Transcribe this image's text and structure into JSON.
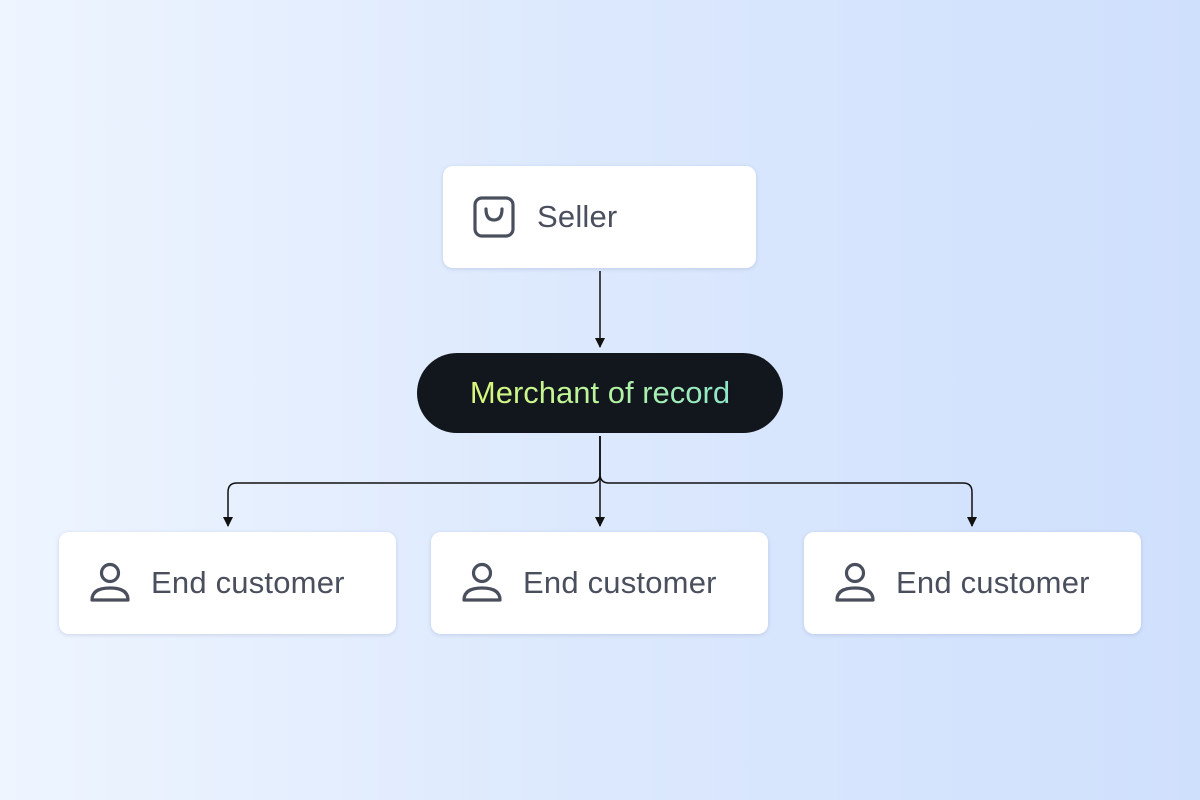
{
  "nodes": {
    "seller": {
      "label": "Seller",
      "icon": "shopping-bag-icon"
    },
    "merchant": {
      "label": "Merchant of record"
    },
    "customers": [
      {
        "label": "End customer",
        "icon": "user-icon"
      },
      {
        "label": "End customer",
        "icon": "user-icon"
      },
      {
        "label": "End customer",
        "icon": "user-icon"
      }
    ]
  },
  "edges": [
    {
      "from": "seller",
      "to": "merchant"
    },
    {
      "from": "merchant",
      "to": "customer-1"
    },
    {
      "from": "merchant",
      "to": "customer-2"
    },
    {
      "from": "merchant",
      "to": "customer-3"
    }
  ],
  "colors": {
    "node_text": "#4a4f5e",
    "pill_background": "#12161d",
    "pill_text_gradient": [
      "#d9f77a",
      "#8ee8c8"
    ],
    "connector": "#111111"
  }
}
